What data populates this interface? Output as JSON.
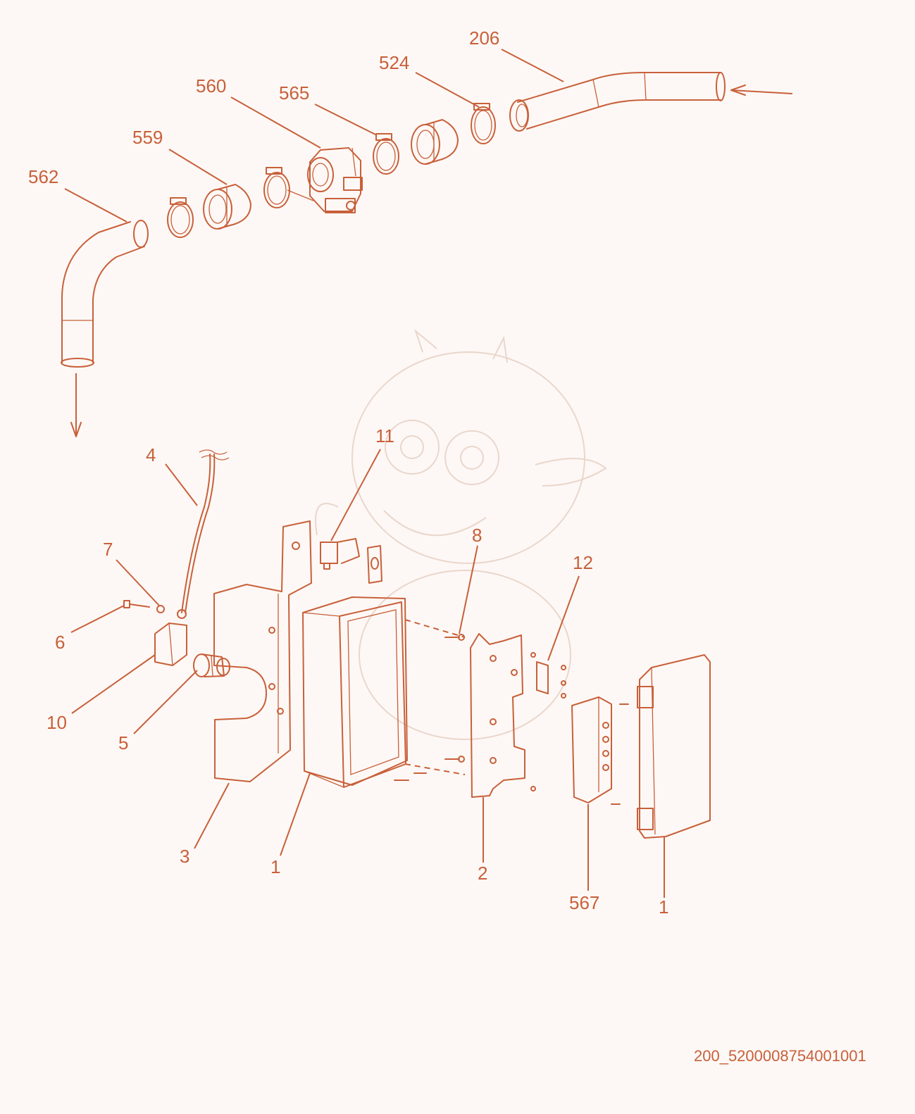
{
  "labels": {
    "l206": "206",
    "l524": "524",
    "l560": "560",
    "l565": "565",
    "l559": "559",
    "l562": "562",
    "l11": "11",
    "l4": "4",
    "l7": "7",
    "l6": "6",
    "l10": "10",
    "l5": "5",
    "l3": "3",
    "l1a": "1",
    "l8": "8",
    "l12": "12",
    "l2": "2",
    "l567": "567",
    "l1b": "1"
  },
  "drawing_code": "200_5200008754001001",
  "colors": {
    "line": "#c8603a",
    "background": "#fdf8f5",
    "watermark": "#ead6cc"
  }
}
